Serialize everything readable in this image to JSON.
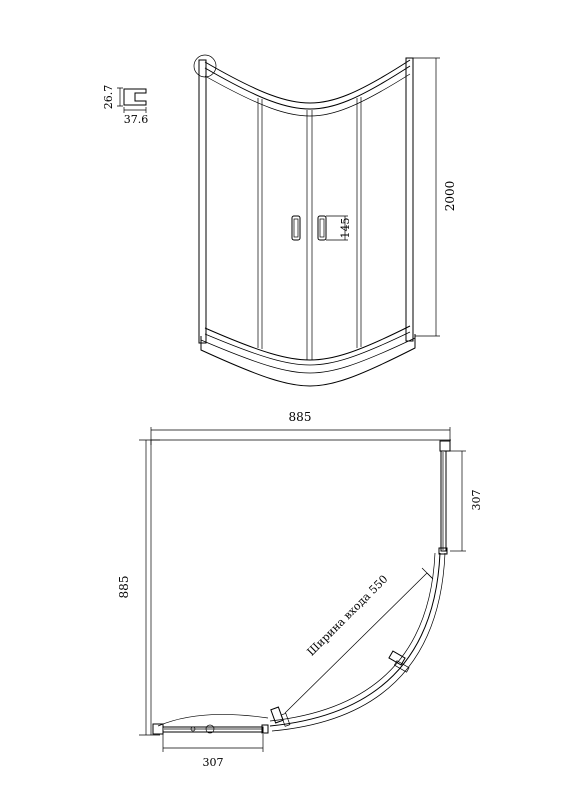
{
  "colors": {
    "line": "#000000",
    "background": "#ffffff"
  },
  "elevation_view": {
    "profile_height": "26.7",
    "profile_width": "37.6",
    "height": "2000",
    "handle_height": "145"
  },
  "plan_view": {
    "width": "885",
    "depth": "885",
    "side_panel_right": "307",
    "side_panel_bottom": "307",
    "entrance_label": "Ширина входа 550"
  }
}
